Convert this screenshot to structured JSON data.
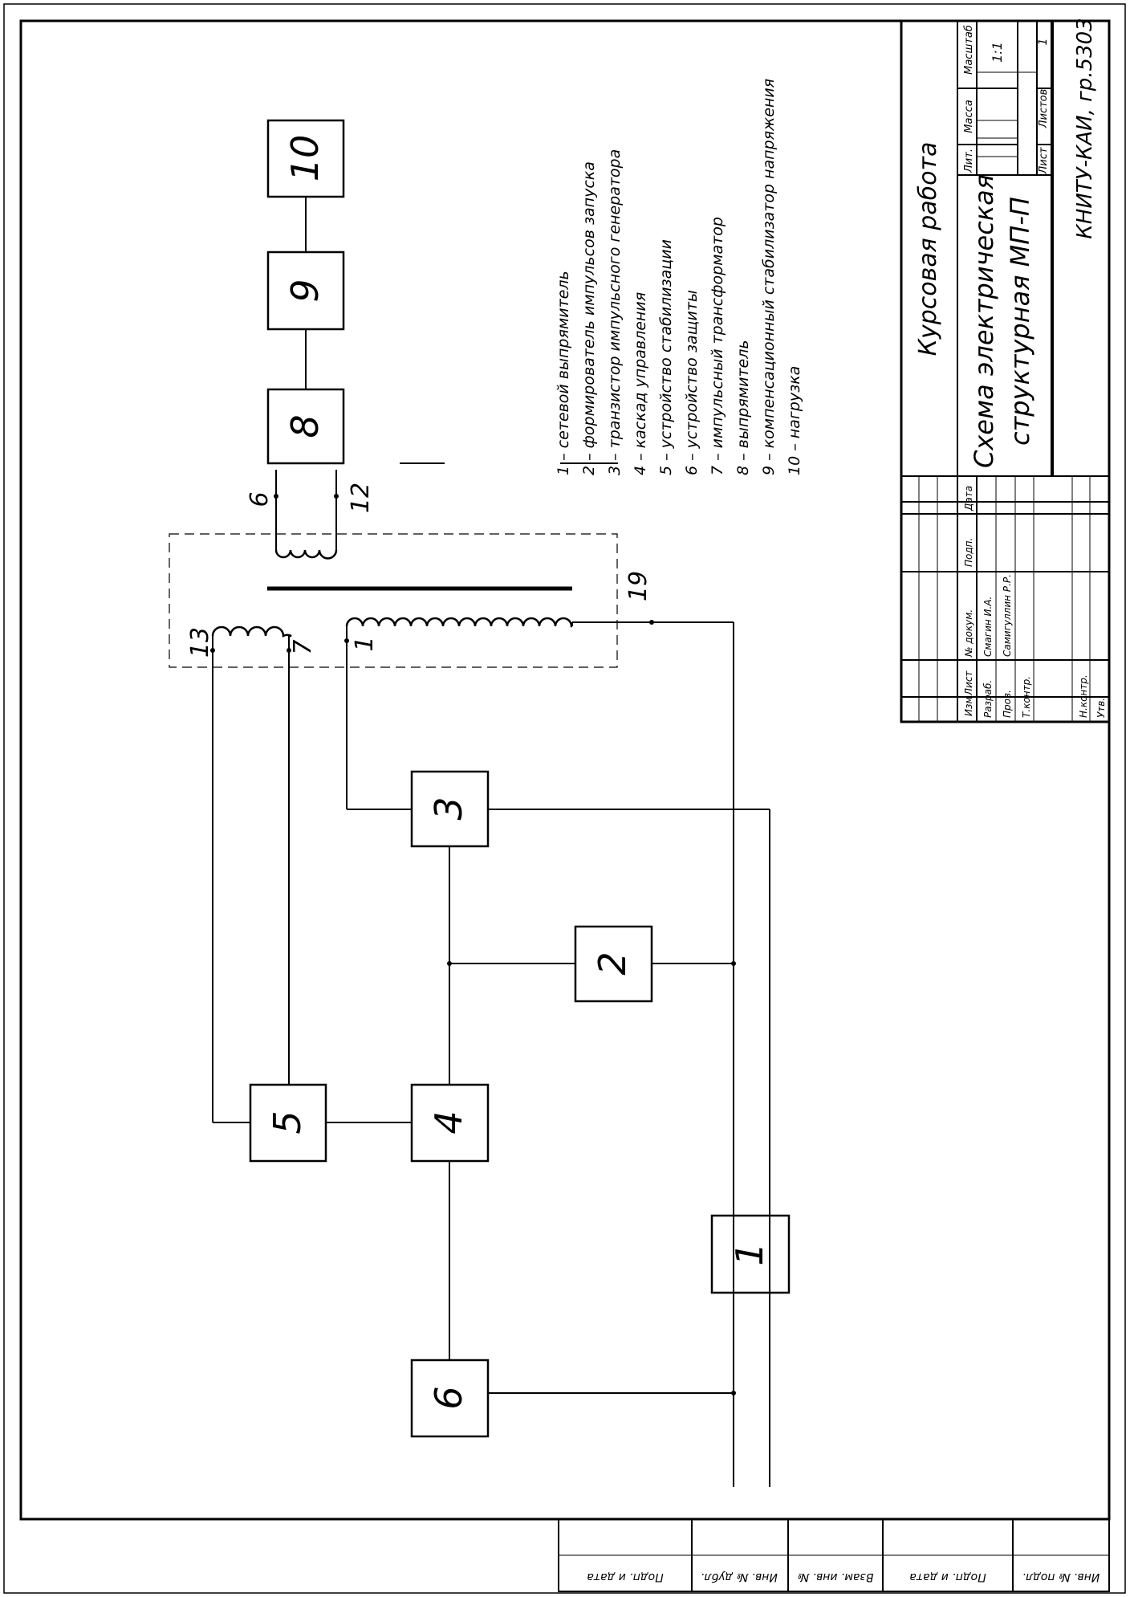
{
  "blocks": {
    "b1": "1",
    "b2": "2",
    "b3": "3",
    "b4": "4",
    "b5": "5",
    "b6": "6",
    "b8": "8",
    "b9": "9",
    "b10": "10"
  },
  "pins": {
    "p13": "13",
    "p7": "7",
    "p1": "1",
    "p19": "19",
    "p6": "6",
    "p12": "12"
  },
  "legend": [
    "1 – сетевой выпрямитель",
    "2 – формирователь импульсов запуска",
    "3 – транзистор импульсного генератора",
    "4 – каскад управления",
    "5 – устройство стабилизации",
    "6 – устройство защиты",
    "7 – импульсный трансформатор",
    "8 – выпрямитель",
    "9 – компенсационный стабилизатор напряжения",
    "10 – нагрузка"
  ],
  "title_block": {
    "work_type": "Курсовая работа",
    "title_line1": "Схема электрическая",
    "title_line2": "структурная МП-П",
    "org": "КНИТУ-КАИ, гр.5303",
    "lit_label": "Лит.",
    "mass_label": "Масса",
    "scale_label": "Масштаб",
    "scale_value": "1:1",
    "sheet_label": "Лист",
    "sheets_label": "Листов",
    "sheets_value": "1",
    "rows": {
      "izm": "Изм",
      "list": "Лист",
      "doc": "№ докум.",
      "sign": "Подп.",
      "date": "Дата",
      "razrab": "Разраб.",
      "razrab_name": "Смагин И.А.",
      "prov": "Пров.",
      "prov_name": "Самигуллин Р.Р.",
      "tkontr": "Т.контр.",
      "nkontr": "Н.контр.",
      "utv": "Утв."
    }
  },
  "stamp": [
    "Инв. № подл.",
    "Подп. и дата",
    "Взам. инв. №",
    "Инв. № дубл.",
    "Подп. и дата"
  ]
}
